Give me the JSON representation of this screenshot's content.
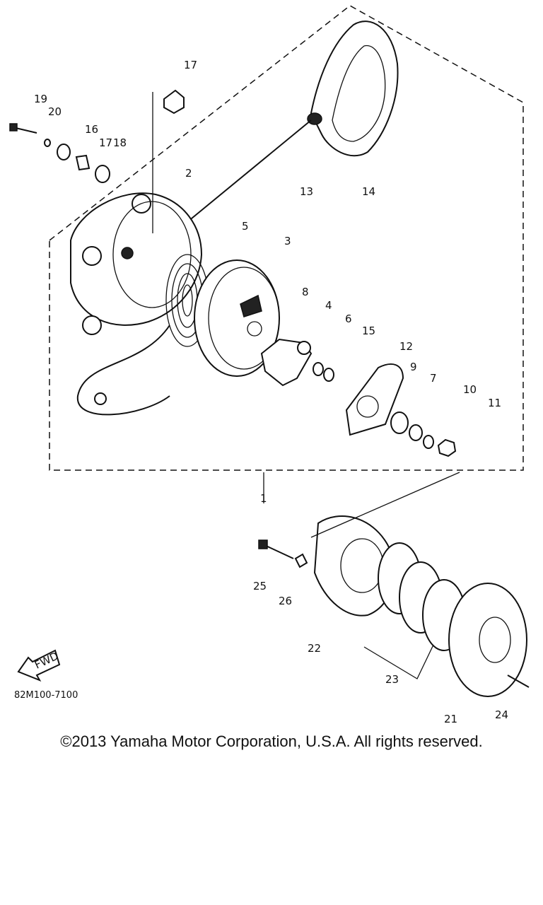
{
  "diagram": {
    "labels": [
      "1",
      "2",
      "3",
      "4",
      "5",
      "6",
      "7",
      "8",
      "9",
      "10",
      "11",
      "12",
      "13",
      "14",
      "15",
      "16",
      "17",
      "17",
      "18",
      "19",
      "20",
      "21",
      "22",
      "23",
      "24",
      "25",
      "26"
    ],
    "fwd_badge": "FWD",
    "drawing_code": "82M100-7100"
  },
  "footer": {
    "copyright": "©2013 Yamaha Motor Corporation, U.S.A. All rights reserved."
  }
}
